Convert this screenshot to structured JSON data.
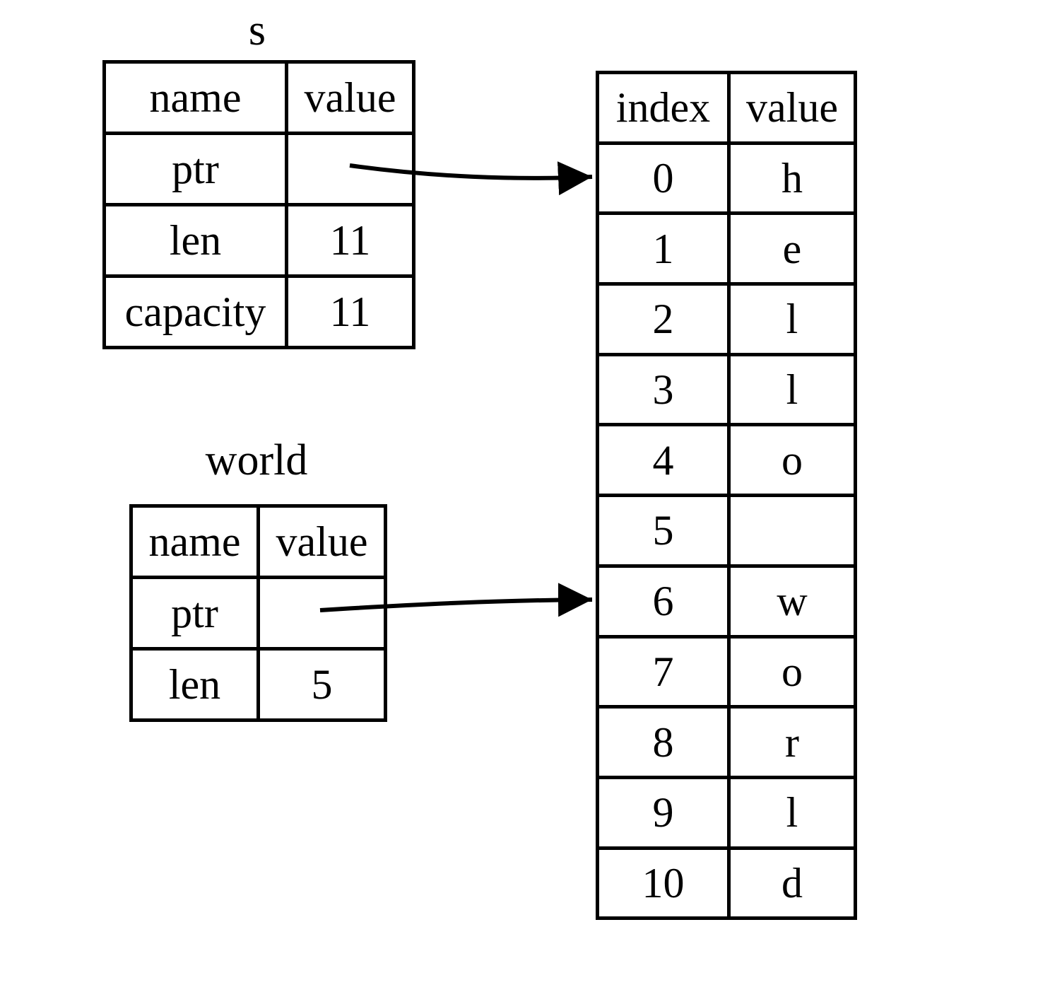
{
  "diagram": {
    "description": "String and string-slice memory layout diagram",
    "colors": {
      "background": "#ffffff",
      "line": "#000000",
      "text": "#000000"
    },
    "s_table": {
      "title": "s",
      "headers": [
        "name",
        "value"
      ],
      "rows": [
        {
          "name": "ptr",
          "value": ""
        },
        {
          "name": "len",
          "value": "11"
        },
        {
          "name": "capacity",
          "value": "11"
        }
      ]
    },
    "world_table": {
      "title": "world",
      "headers": [
        "name",
        "value"
      ],
      "rows": [
        {
          "name": "ptr",
          "value": ""
        },
        {
          "name": "len",
          "value": "5"
        }
      ]
    },
    "heap_table": {
      "headers": [
        "index",
        "value"
      ],
      "rows": [
        {
          "index": "0",
          "value": "h"
        },
        {
          "index": "1",
          "value": "e"
        },
        {
          "index": "2",
          "value": "l"
        },
        {
          "index": "3",
          "value": "l"
        },
        {
          "index": "4",
          "value": "o"
        },
        {
          "index": "5",
          "value": ""
        },
        {
          "index": "6",
          "value": "w"
        },
        {
          "index": "7",
          "value": "o"
        },
        {
          "index": "8",
          "value": "r"
        },
        {
          "index": "9",
          "value": "l"
        },
        {
          "index": "10",
          "value": "d"
        }
      ]
    },
    "arrows": [
      {
        "id": "s-ptr-arrow",
        "from": "s.ptr",
        "to": "heap.index-0"
      },
      {
        "id": "world-ptr-arrow",
        "from": "world.ptr",
        "to": "heap.index-6"
      }
    ]
  }
}
